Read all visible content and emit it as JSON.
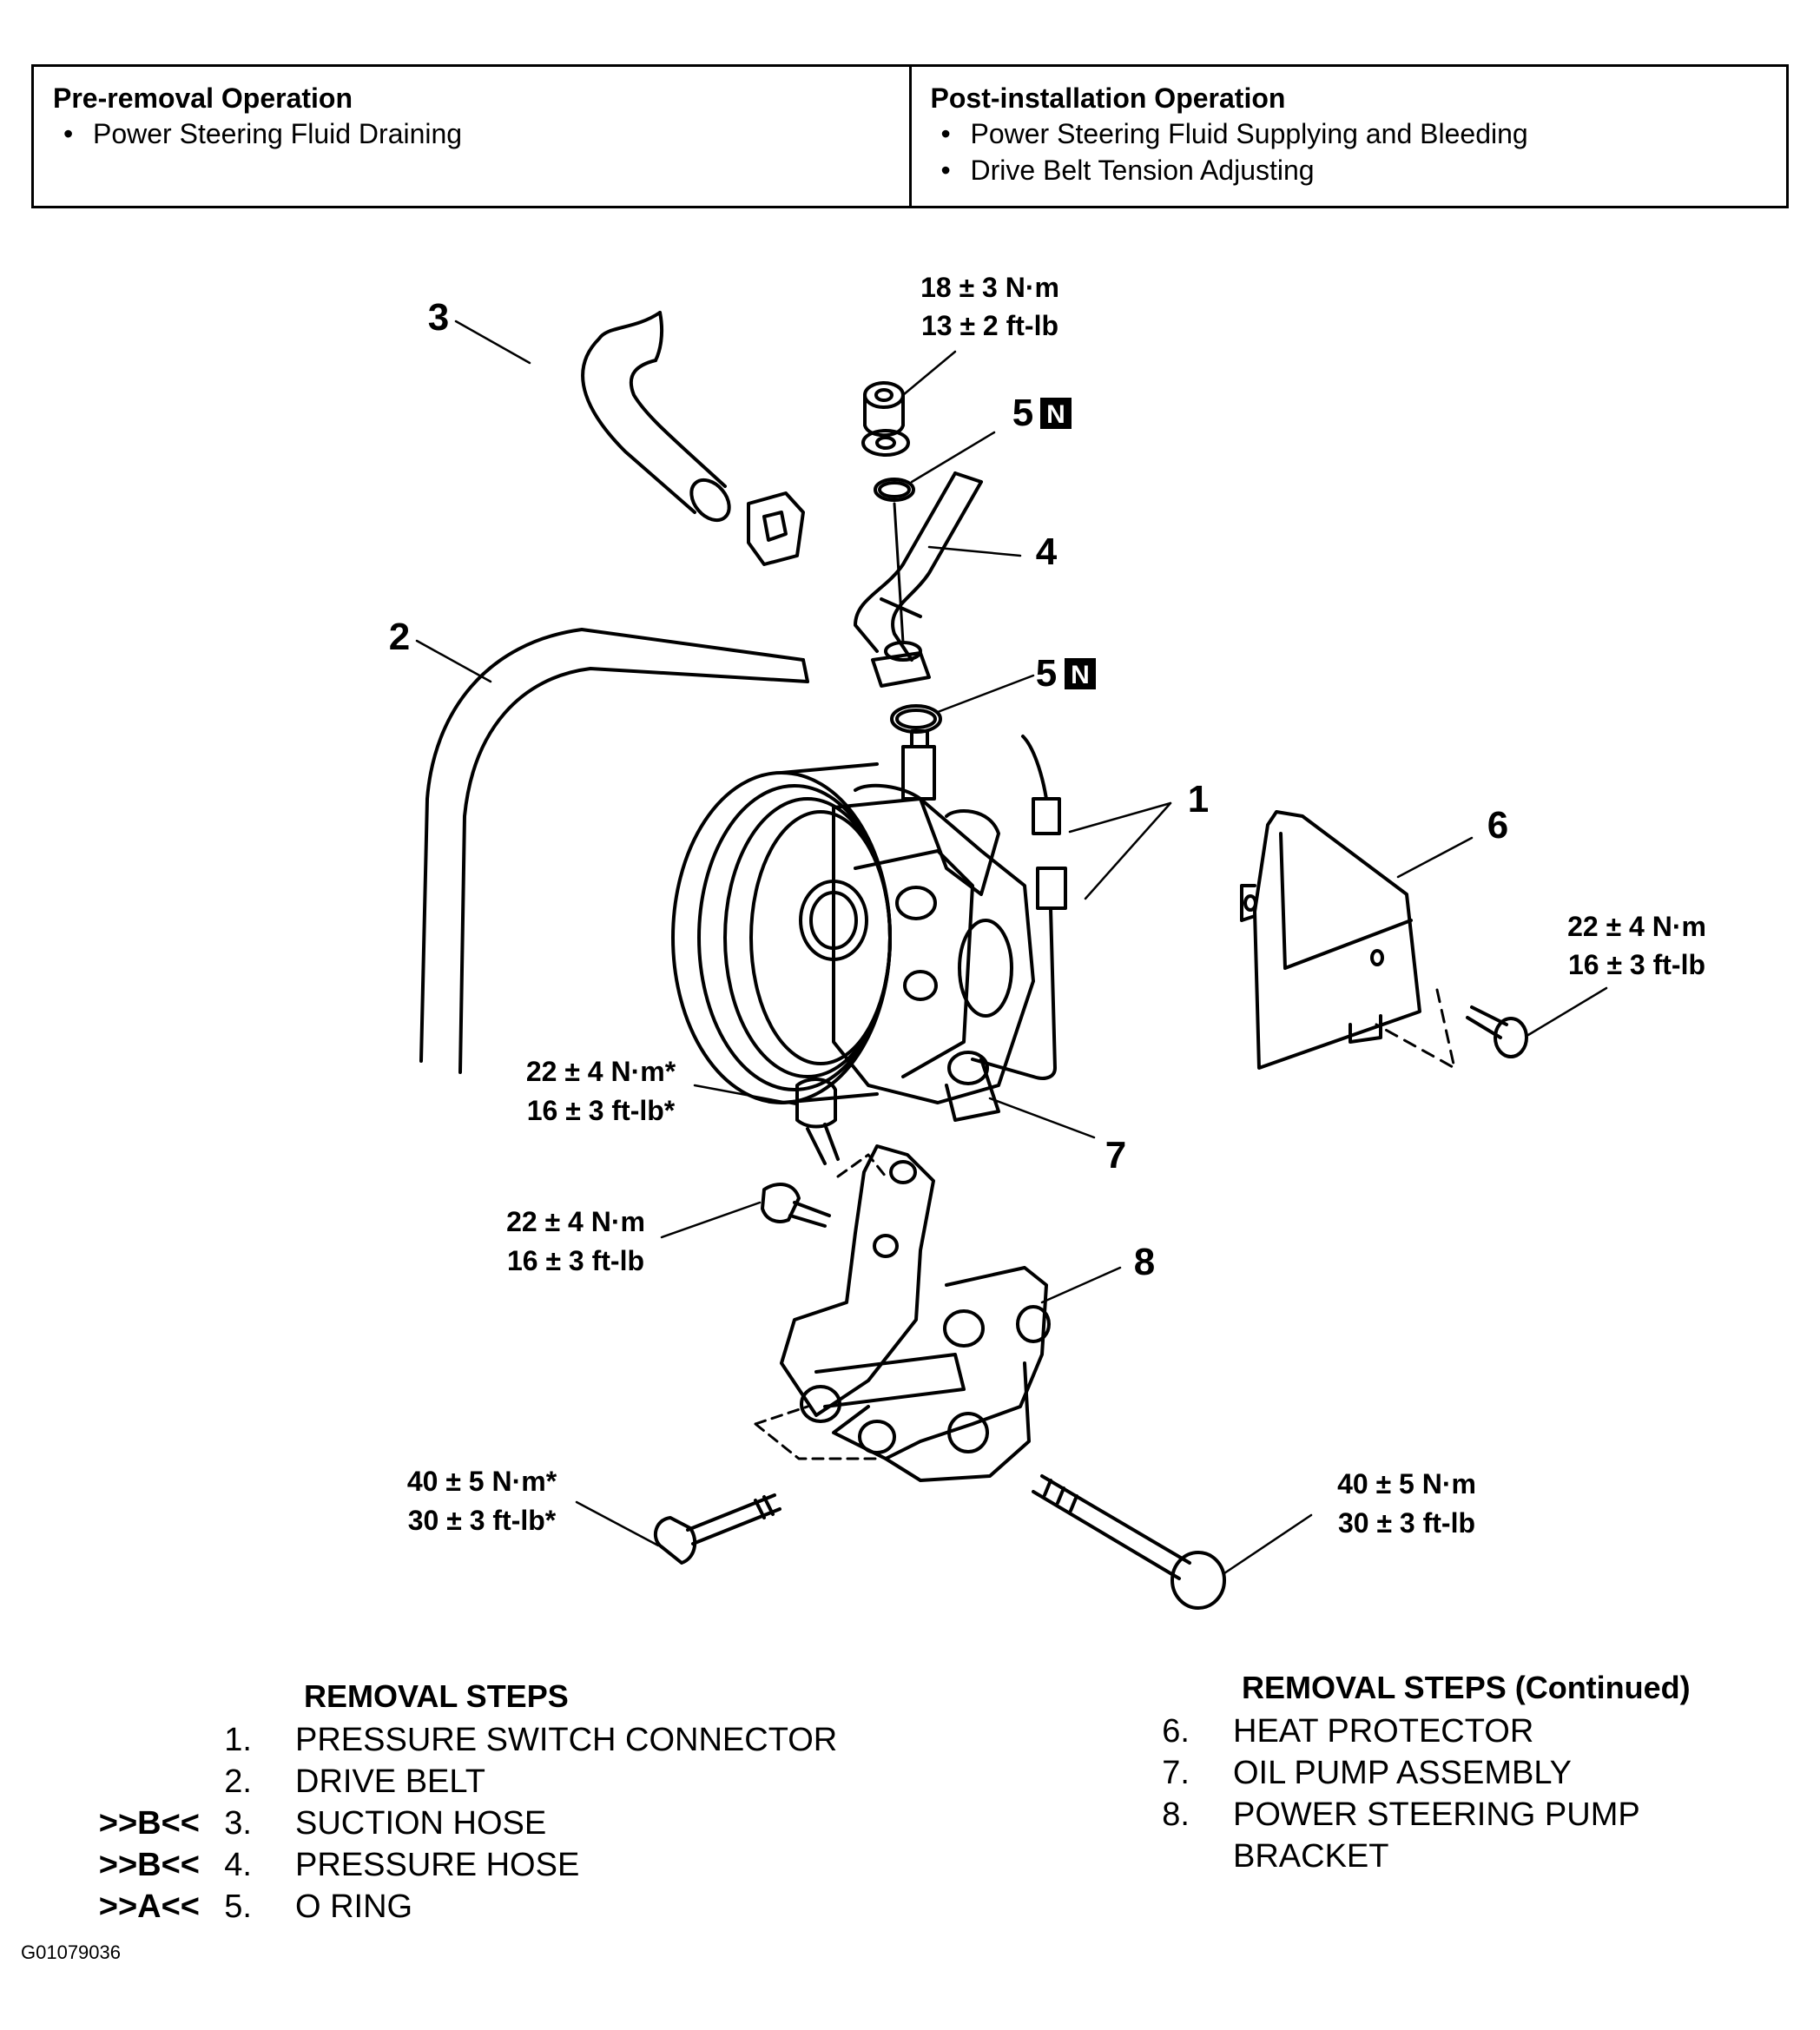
{
  "pre_removal": {
    "title": "Pre-removal Operation",
    "items": [
      "Power Steering Fluid Draining"
    ]
  },
  "post_installation": {
    "title": "Post-installation Operation",
    "items": [
      "Power Steering Fluid Supplying and Bleeding",
      "Drive Belt Tension Adjusting"
    ]
  },
  "callouts": {
    "c1": "1",
    "c2": "2",
    "c3": "3",
    "c4": "4",
    "c5a": "5",
    "c5b": "5",
    "c6": "6",
    "c7": "7",
    "c8": "8",
    "badge": "N"
  },
  "torques": {
    "nut_top": [
      "18 ± 3 N·m",
      "13 ± 2 ft-lb"
    ],
    "heat_protector_bolt": [
      "22 ± 4 N·m",
      "16 ± 3 ft-lb"
    ],
    "pump_bolt_star": [
      "22 ± 4 N·m*",
      "16 ± 3 ft-lb*"
    ],
    "bracket_bolt": [
      "22 ± 4 N·m",
      "16 ± 3 ft-lb"
    ],
    "lower_left_bolt": [
      "40 ± 5 N·m*",
      "30 ± 3 ft-lb*"
    ],
    "lower_right_bolt": [
      "40 ± 5 N·m",
      "30 ± 3 ft-lb"
    ]
  },
  "removal_steps": {
    "title": "REMOVAL STEPS",
    "steps": [
      {
        "ref": "",
        "num": "1.",
        "text": "PRESSURE SWITCH CONNECTOR"
      },
      {
        "ref": "",
        "num": "2.",
        "text": "DRIVE BELT"
      },
      {
        "ref": ">>B<<",
        "num": "3.",
        "text": "SUCTION HOSE"
      },
      {
        "ref": ">>B<<",
        "num": "4.",
        "text": "PRESSURE HOSE"
      },
      {
        "ref": ">>A<<",
        "num": "5.",
        "text": "O RING"
      }
    ]
  },
  "removal_steps_cont": {
    "title": "REMOVAL STEPS (Continued)",
    "steps": [
      {
        "num": "6.",
        "text": "HEAT PROTECTOR"
      },
      {
        "num": "7.",
        "text": "OIL PUMP ASSEMBLY"
      },
      {
        "num": "8.",
        "text": "POWER STEERING PUMP"
      },
      {
        "num": "",
        "text": "BRACKET"
      }
    ]
  },
  "figure_code": "G01079036"
}
